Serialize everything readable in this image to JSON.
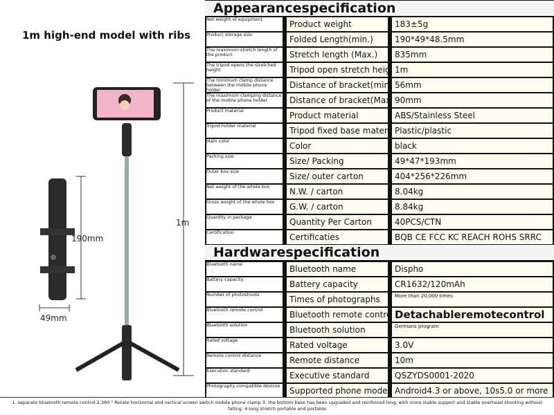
{
  "left_title": "1m high-end model with ribs",
  "dims": {
    "height_label": "190mm",
    "width_label": "49mm",
    "length_label": "1m"
  },
  "appearance_title": "Appearancespecification",
  "appearance_rows": [
    {
      "small": "Net weight of equipment",
      "label": "Product weight",
      "value": "183±5g"
    },
    {
      "small": "Product storage size",
      "label": "Folded Length(min.)",
      "value": "190*49*48.5mm"
    },
    {
      "small": "The maximum stretch length of the product",
      "label": "Stretch length (Max.)",
      "value": "835mm"
    },
    {
      "small": "The tripod opens the stretched height",
      "label": "Tripod open stretch height",
      "value": "1m"
    },
    {
      "small": "The minimum clamp distance between the mobile phone holder",
      "label": "Distance of bracket(min.)",
      "value": "56mm"
    },
    {
      "small": "The maximum clamping distance of the mobile phone holder",
      "label": "Distance of bracket(Max.)",
      "value": "90mm"
    },
    {
      "small": "Product material",
      "label": "Product material",
      "value": "ABS/Stainless Steel"
    },
    {
      "small": "Tripod holder material",
      "label": "Tripod fixed base material",
      "value": "Plastic/plastic"
    },
    {
      "small": "Main color",
      "label": "Color",
      "value": "black"
    },
    {
      "small": "Packing size",
      "label": "Size/ Packing",
      "value": "49*47*193mm"
    },
    {
      "small": "Outer box size",
      "label": "Size/ outer carton",
      "value": "404*256*226mm"
    },
    {
      "small": "Net weight of the whole box",
      "label": "N.W. / carton",
      "value": "8.04kg"
    },
    {
      "small": "Gross weight of the whole box",
      "label": "G.W. / carton",
      "value": "8.84kg"
    },
    {
      "small": "Quantity in package",
      "label": "Quantity Per Carton",
      "value": "40PCS/CTN"
    },
    {
      "small": "Certification",
      "label": "Certificaties",
      "value": "BQB CE FCC KC REACH ROHS SRRC"
    }
  ],
  "hardware_title": "Hardwarespecification",
  "hardware_rows": [
    {
      "small": "Bluetooth name",
      "label": "Bluetooth name",
      "value": "Dispho"
    },
    {
      "small": "Battery capacity",
      "label": "Battery capacity",
      "value": "CR1632/120mAh"
    },
    {
      "small": "Number of photoshoots",
      "label": "Times of photographs",
      "value": "More than 20,000 times"
    },
    {
      "small": "Bluetooth remote control",
      "label": "Bluetooth remote control",
      "value": "Detachableremotecontrol"
    },
    {
      "small": "Bluetooth solution",
      "label": "Bluetooth solution",
      "value": "Germans program"
    },
    {
      "small": "Rated voltage",
      "label": "Rated voltage",
      "value": "3.0V"
    },
    {
      "small": "Remote control distance",
      "label": "Remote distance",
      "value": "10m"
    },
    {
      "small": "Execution standard",
      "label": "Executive standard",
      "value": "QSZYDS0001-2020"
    },
    {
      "small": "Photography compatible devices",
      "label": "Supported phone models",
      "value": "Android4.3 or above, 10s5.0 or more"
    }
  ],
  "footer": "1. separate bluetooth remote control 2.360 ° Rotate horizontal and vertical screen switch mobile phone clamp 3. the bottom base has been upgraded and reinforced long, with more stable support and stable overhead shooting without falling. 4.long stretch portable and portable"
}
